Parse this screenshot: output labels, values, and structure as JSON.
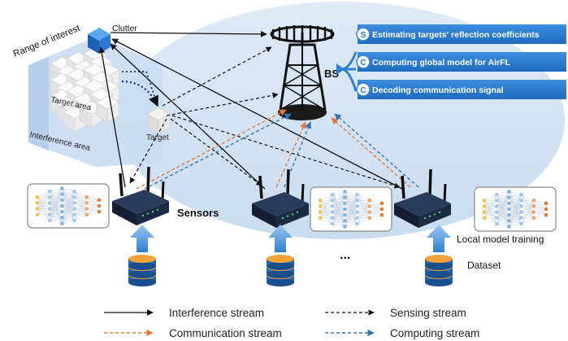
{
  "labels": {
    "range_of_interest": "Range of interest",
    "clutter": "Clutter",
    "target_area": "Target area",
    "target": "Target",
    "interference_area": "Interference area",
    "bs": "BS",
    "sensors": "Sensors",
    "ellipsis": "...",
    "local_model_training": "Local model training",
    "dataset": "Dataset"
  },
  "bs_tasks": [
    {
      "badge": "S",
      "label": "Estimating targets' reflection coefficients"
    },
    {
      "badge": "C",
      "label": "Computing global model for AirFL"
    },
    {
      "badge": "C",
      "label": "Decoding communication signal"
    }
  ],
  "legend": [
    {
      "label": "Interference stream",
      "color": "#111111",
      "style": "solid"
    },
    {
      "label": "Sensing stream",
      "color": "#111111",
      "style": "dashed"
    },
    {
      "label": "Communication stream",
      "color": "#e07b39",
      "style": "dashed"
    },
    {
      "label": "Computing stream",
      "color": "#2e75b6",
      "style": "dashed"
    }
  ],
  "colors": {
    "accent_blue": "#2e7fd0",
    "ellipse_bg": "#d7e6f5",
    "arrow_blue": "#4a90d9",
    "interference": "#111111",
    "communication": "#e07b39",
    "computing": "#2e75b6"
  }
}
